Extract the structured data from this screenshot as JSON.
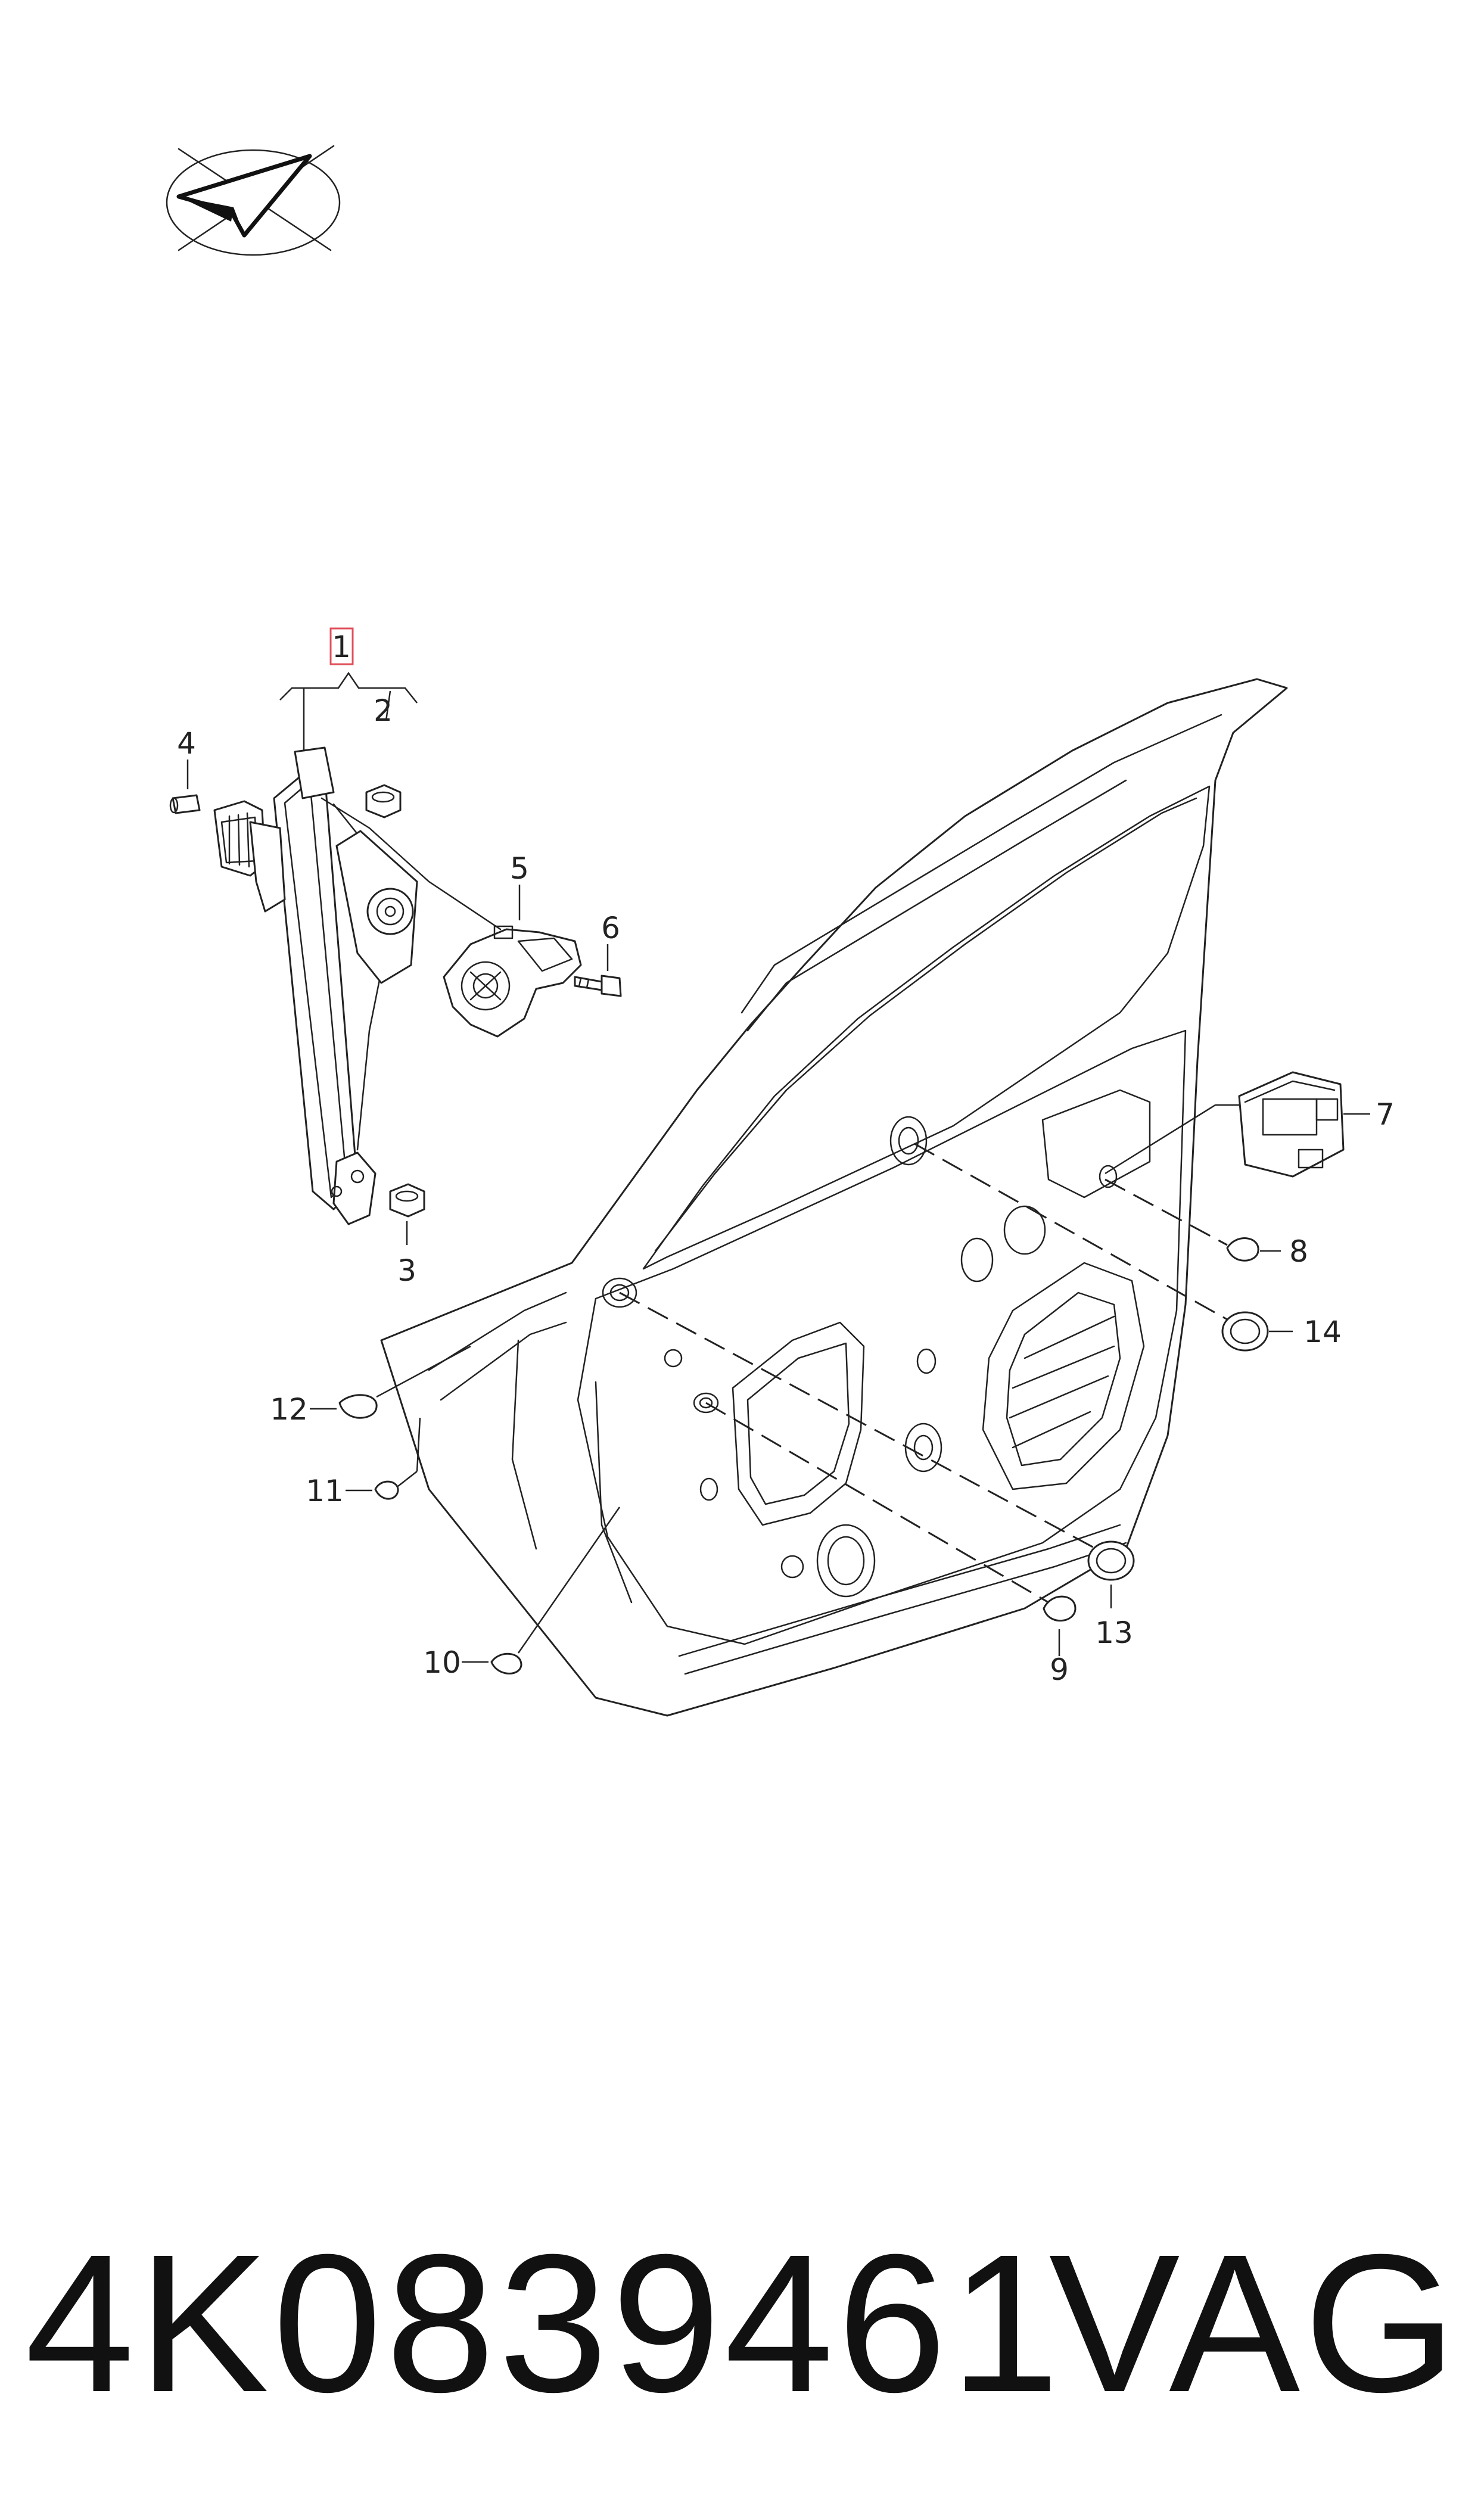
{
  "callouts": {
    "c1": "1",
    "c2": "2",
    "c3": "3",
    "c4": "4",
    "c5": "5",
    "c6": "6",
    "c7": "7",
    "c8": "8",
    "c9": "9",
    "c10": "10",
    "c11": "11",
    "c12": "12",
    "c13": "13",
    "c14": "14"
  },
  "highlight_color": "#e0505a",
  "footer": {
    "part_number": "4K0839461",
    "brand": "VAG"
  },
  "icons": {
    "logo": "paper-plane-orientation-icon"
  }
}
